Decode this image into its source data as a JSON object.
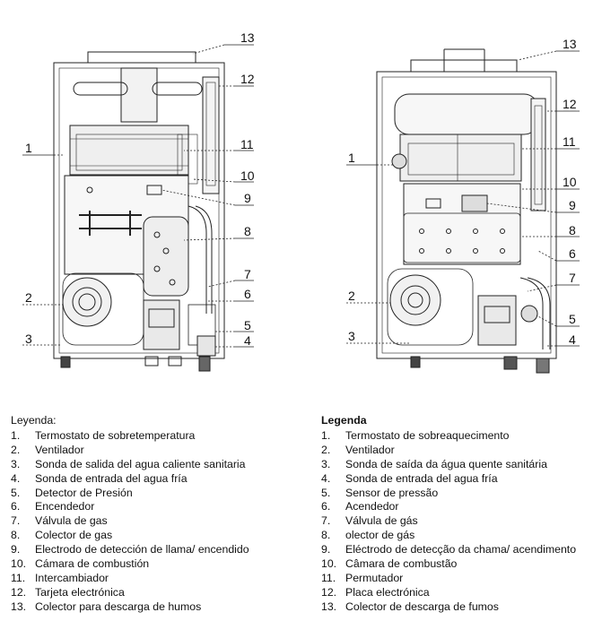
{
  "figure_left": {
    "callouts": [
      "1",
      "2",
      "3",
      "4",
      "5",
      "6",
      "7",
      "8",
      "9",
      "10",
      "11",
      "12",
      "13"
    ]
  },
  "figure_right": {
    "callouts": [
      "1",
      "2",
      "3",
      "4",
      "5",
      "6",
      "7",
      "8",
      "9",
      "10",
      "11",
      "12",
      "13"
    ]
  },
  "legend_es": {
    "title": "Leyenda:",
    "items": [
      {
        "num": "1.",
        "text": "Termostato de sobretemperatura"
      },
      {
        "num": "2.",
        "text": "Ventilador"
      },
      {
        "num": "3.",
        "text": "Sonda de salida del agua caliente sanitaria"
      },
      {
        "num": "4.",
        "text": "Sonda de entrada del agua fría"
      },
      {
        "num": "5.",
        "text": "Detector de Presión"
      },
      {
        "num": "6.",
        "text": "Encendedor"
      },
      {
        "num": "7.",
        "text": "Válvula de gas"
      },
      {
        "num": "8.",
        "text": "Colector de gas"
      },
      {
        "num": "9.",
        "text": "Electrodo de detección de llama/ encendido"
      },
      {
        "num": "10.",
        "text": "Cámara de combustión"
      },
      {
        "num": "11.",
        "text": "Intercambiador"
      },
      {
        "num": "12.",
        "text": "Tarjeta electrónica"
      },
      {
        "num": "13.",
        "text": "Colector para descarga de humos"
      }
    ]
  },
  "legend_pt": {
    "title": "Legenda",
    "items": [
      {
        "num": "1.",
        "text": "Termostato de sobreaquecimento"
      },
      {
        "num": "2.",
        "text": "Ventilador"
      },
      {
        "num": "3.",
        "text": "Sonda de saída da água quente sanitária"
      },
      {
        "num": "4.",
        "text": "Sonda de entrada del agua fría"
      },
      {
        "num": "5.",
        "text": "Sensor de pressão"
      },
      {
        "num": "6.",
        "text": "Acendedor"
      },
      {
        "num": "7.",
        "text": "Válvula de gás"
      },
      {
        "num": "8.",
        "text": "olector de gás"
      },
      {
        "num": "9.",
        "text": "Eléctrodo de detecção da chama/ acendimento"
      },
      {
        "num": "10.",
        "text": "Câmara de combustão"
      },
      {
        "num": "11.",
        "text": "Permutador"
      },
      {
        "num": "12.",
        "text": "Placa electrónica"
      },
      {
        "num": "13.",
        "text": "Colector de descarga de fumos"
      }
    ]
  }
}
